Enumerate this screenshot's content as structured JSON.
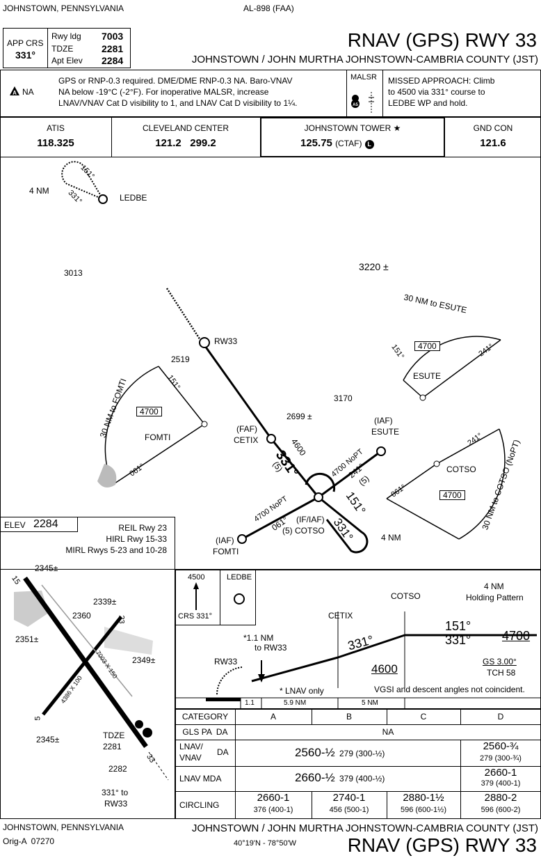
{
  "header": {
    "city_state": "JOHNSTOWN, PENNSYLVANIA",
    "proc_id": "AL-898 (FAA)",
    "title": "RNAV (GPS) RWY 33",
    "airport": "JOHNSTOWN / JOHN MURTHA JOHNSTOWN-CAMBRIA COUNTY (JST)",
    "app_crs_label": "APP CRS",
    "app_crs": "331°",
    "rwy_ldg_label": "Rwy ldg",
    "rwy_ldg": "7003",
    "tdze_label": "TDZE",
    "tdze": "2281",
    "apt_elev_label": "Apt Elev",
    "apt_elev": "2284"
  },
  "notes": {
    "na_label": "NA",
    "text_lines": [
      "GPS or RNP-0.3 required. DME/DME RNP-0.3 NA. Baro-VNAV",
      "NA below -19°C (-2°F).  For inoperative MALSR, increase",
      "LNAV/VNAV Cat D visibility to 1, and LNAV Cat D visibility to 1¼."
    ],
    "malsr_label": "MALSR",
    "malsr_badge": "A5",
    "missed_lines": [
      "MISSED APPROACH:  Climb",
      "to 4500 via 331° course to",
      "LEDBE WP and hold."
    ]
  },
  "comms": {
    "atis_label": "ATIS",
    "atis": "118.325",
    "center_label": "CLEVELAND CENTER",
    "center": "121.2   299.2",
    "tower_label": "JOHNSTOWN TOWER ★",
    "tower": "125.75",
    "tower_ctaf": "(CTAF)",
    "tower_ctaf_badge": "L",
    "gnd_label": "GND CON",
    "gnd": "121.6"
  },
  "plan": {
    "ledbe": "LEDBE",
    "hold_dist": "4 NM",
    "hold_in": "151°",
    "hold_out": "331°",
    "obst_3013": "3013",
    "obst_3220": "3220 ±",
    "obst_2519": "2519",
    "obst_3170": "3170",
    "obst_2699": "2699 ±",
    "rw33": "RW33",
    "esute_arc": "30 NM to ESUTE",
    "esute_msa": "4700",
    "esute_151": "151°",
    "esute_241": "241°",
    "esute": "ESUTE",
    "fomti_arc": "30 NM to FOMTI",
    "fomti_msa": "4700",
    "fomti_151": "151°",
    "fomti": "FOMTI",
    "fomti_061": "061°",
    "faf": "(FAF)",
    "cetix": "CETIX",
    "alt_4600": "4600",
    "crs_331": "331°",
    "dist_5": "(5)",
    "iaf": "(IAF)",
    "esute_iaf": "ESUTE",
    "nopt_4700": "4700 NoPT",
    "crs_241": "241°",
    "dist_5b": "(5)",
    "cotso_arc": "30 NM to COTSO (NoPT)",
    "cotso_msa": "4700",
    "cotso_241": "241°",
    "cotso_061": "061°",
    "cotso": "COTSO",
    "if_iaf": "(IF/IAF)",
    "cotso_if": "(5) COTSO",
    "crs_151": "151°",
    "crs_331b": "331°",
    "hold_4nm": "4 NM",
    "fomti_nopt": "4700 NoPT",
    "fomti_crs": "061°",
    "fomti_iaf": "(IAF)",
    "fomti_name": "FOMTI"
  },
  "airport_diagram": {
    "elev_label": "ELEV",
    "elev": "2284",
    "lines": [
      "REIL Rwy 23",
      "HIRL Rwy 15-33",
      "MIRL Rwys 5-23 and 10-28"
    ],
    "obst": [
      "2345±",
      "2339±",
      "2360",
      "2351±",
      "2349±",
      "2345±"
    ],
    "rwy_15": "15",
    "rwy_33": "33",
    "rwy_23": "23",
    "rwy_5": "5",
    "dim_long": "7003 X 150",
    "dim_short": "4386 X 100",
    "tdze_label": "TDZE",
    "tdze": "2281",
    "obst_2282": "2282",
    "course_note": "331° to",
    "course_rw": "RW33"
  },
  "profile": {
    "climb_alt": "4500",
    "crs": "CRS 331°",
    "ledbe": "LEDBE",
    "cotso": "COTSO",
    "cetix": "CETIX",
    "holding": "4 NM",
    "holding2": "Holding Pattern",
    "crs_151": "151°",
    "crs_331": "331°",
    "alt_4700": "4700",
    "crs_331b": "331°",
    "note_11": "*1.1 NM",
    "note_11b": "to RW33",
    "rw33": "RW33",
    "alt_4600": "4600",
    "gs": "GS 3.00°",
    "tch": "TCH 58",
    "lnav_only": "* LNAV only",
    "vgsi": "VGSI and descent angles not coincident.",
    "d1": "1.1",
    "d2": "5.9 NM",
    "d3": "5 NM"
  },
  "minimums": {
    "category": "CATEGORY",
    "cats": [
      "A",
      "B",
      "C",
      "D"
    ],
    "gls": "GLS PA  DA",
    "gls_val": "NA",
    "lnav_vnav": "LNAV/",
    "lnav_vnav2": "VNAV",
    "da": "DA",
    "lv_abc": "2560-½",
    "lv_abc_hat": "279 (300-½)",
    "lv_d": "2560-¾",
    "lv_d_hat": "279 (300-¾)",
    "lnav_mda": "LNAV MDA",
    "lm_abc": "2660-½",
    "lm_abc_hat": "379 (400-½)",
    "lm_d": "2660-1",
    "lm_d_hat": "379 (400-1)",
    "circling": "CIRCLING",
    "circ": [
      {
        "v": "2660-1",
        "h": "376 (400-1)"
      },
      {
        "v": "2740-1",
        "h": "456 (500-1)"
      },
      {
        "v": "2880-1½",
        "h": "596 (600-1½)"
      },
      {
        "v": "2880-2",
        "h": "596 (600-2)"
      }
    ]
  },
  "footer": {
    "city_state": "JOHNSTOWN, PENNSYLVANIA",
    "amdt": "Orig-A  07270",
    "airport": "JOHNSTOWN / JOHN MURTHA JOHNSTOWN-CAMBRIA COUNTY (JST)",
    "coords": "40°19'N - 78°50'W",
    "title": "RNAV (GPS) RWY 33"
  }
}
